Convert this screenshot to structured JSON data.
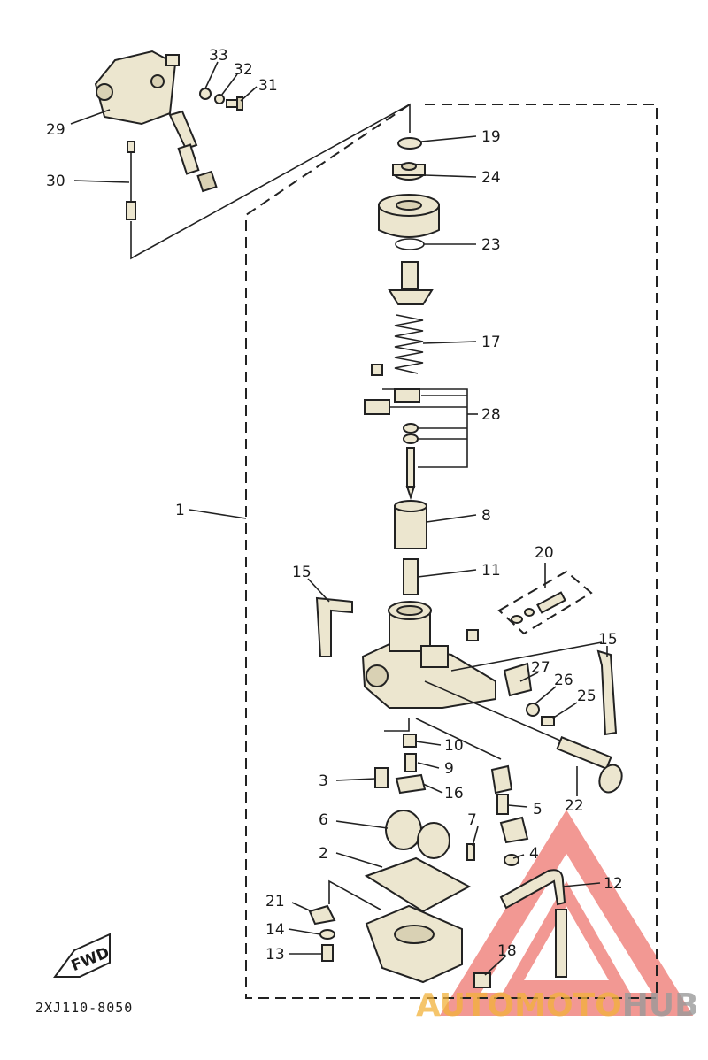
{
  "diagram_code": "2XJ110-8050",
  "fwd_label": "FWD",
  "watermark": {
    "part1": "AUTO",
    "part2": "MOTO",
    "part3": "HUB"
  },
  "callouts": {
    "c1": "1",
    "c2": "2",
    "c3": "3",
    "c4": "4",
    "c5": "5",
    "c6": "6",
    "c7": "7",
    "c8": "8",
    "c9": "9",
    "c10": "10",
    "c11": "11",
    "c12": "12",
    "c13": "13",
    "c14": "14",
    "c15a": "15",
    "c15b": "15",
    "c16": "16",
    "c17": "17",
    "c18": "18",
    "c19": "19",
    "c20": "20",
    "c21": "21",
    "c22": "22",
    "c23": "23",
    "c24": "24",
    "c25": "25",
    "c26": "26",
    "c27": "27",
    "c28": "28",
    "c29": "29",
    "c30": "30",
    "c31": "31",
    "c32": "32",
    "c33": "33"
  },
  "colors": {
    "line": "#222222",
    "part_fill": "#ece6cf",
    "watermark_red": "#e8453c",
    "watermark_orange": "#f2b23a",
    "watermark_gray": "#9a9a9a"
  }
}
